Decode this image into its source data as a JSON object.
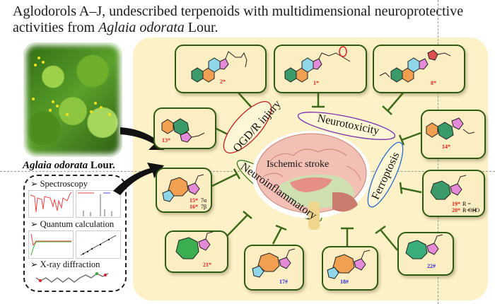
{
  "title": {
    "line1": "Aglodorols A–J, undescribed terpenoids with multidimensional neuroprotective",
    "line2_prefix": "activities from ",
    "line2_species": "Aglaia odorata",
    "line2_suffix": " Lour."
  },
  "source": {
    "species": "Aglaia odorata",
    "authority": "Lour.",
    "methods": [
      "Spectroscopy",
      "Quantum calculation",
      "X-ray diffraction"
    ],
    "method_marker": "➢"
  },
  "center": {
    "label": "Ischemic stroke"
  },
  "effects": [
    {
      "label": "OGD/R injury",
      "color": "#c0201b"
    },
    {
      "label": "Neurotoxicity",
      "color": "#7a2fb0"
    },
    {
      "label": "Ferroptosis",
      "color": "#2a6ad0"
    },
    {
      "label": "Neuroinflammatory",
      "color": "#3d7a1e"
    }
  ],
  "compounds": [
    {
      "id": "2*",
      "color": "red"
    },
    {
      "id": "1*",
      "color": "red"
    },
    {
      "id": "8*",
      "color": "red"
    },
    {
      "id": "13*",
      "color": "red"
    },
    {
      "id": "14*",
      "color": "red"
    },
    {
      "id": "15*",
      "color": "red",
      "note": "7α"
    },
    {
      "id": "16*",
      "color": "red",
      "note": "7β"
    },
    {
      "id": "19*",
      "color": "red",
      "note": "R = ···OH"
    },
    {
      "id": "20*",
      "color": "red",
      "note": "R = =O"
    },
    {
      "id": "21*",
      "color": "red"
    },
    {
      "id": "17#",
      "color": "blue"
    },
    {
      "id": "18#",
      "color": "blue"
    },
    {
      "id": "22#",
      "color": "blue"
    }
  ],
  "colors": {
    "panel": "#fdf1c8",
    "box_border": "#2e5a12",
    "inhibit_line": "#3d6a18",
    "new_compound": "#e0211b",
    "known_compound": "#2a2ad6"
  }
}
